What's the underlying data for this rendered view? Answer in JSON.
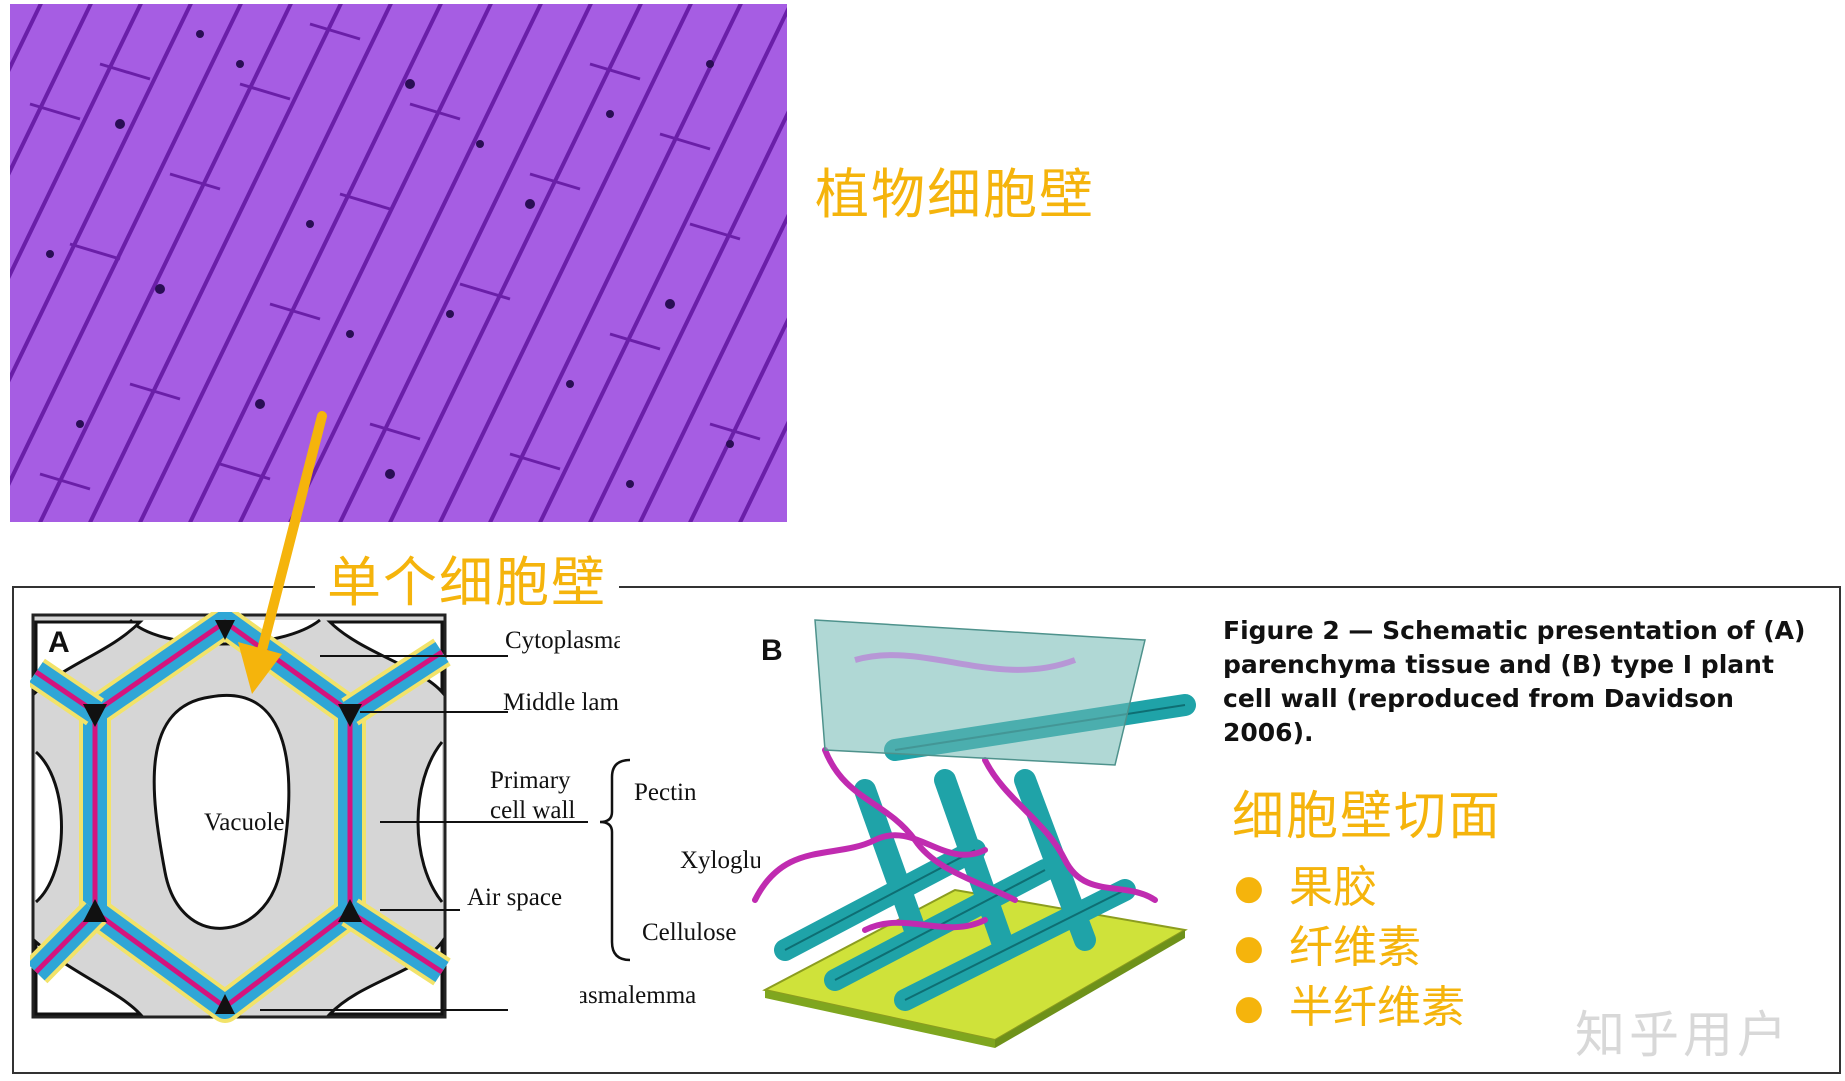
{
  "titles": {
    "plant_cell_wall": "植物细胞壁",
    "single_cell_wall": "单个细胞壁",
    "section": "细胞壁切面"
  },
  "components": [
    "果胶",
    "纤维素",
    "半纤维素"
  ],
  "figure": {
    "caption": "Figure 2 — Schematic presentation of (A) parenchyma tissue and (B) type I plant cell wall (reproduced from Davidson 2006).",
    "panel_a": "A",
    "panel_b": "B",
    "labels": {
      "cytoplasma": "Cytoplasma",
      "middle_lamella": "Middle lamella",
      "primary_1": "Primary",
      "primary_2": "cell wall",
      "vacuole": "Vacuole",
      "air_space": "Air space",
      "pectin": "Pectin",
      "xyloglucan": "Xyloglucan",
      "cellulose": "Cellulose",
      "plasmalemma": "Plasmalemma"
    }
  },
  "watermark": "知乎用户",
  "colors": {
    "accent": "#F5B40C",
    "micrograph_purple": "#A45BE0",
    "wall_blue": "#2FA6D6",
    "lamella_magenta": "#D4147E",
    "cellulose_teal": "#1FA3A8"
  }
}
